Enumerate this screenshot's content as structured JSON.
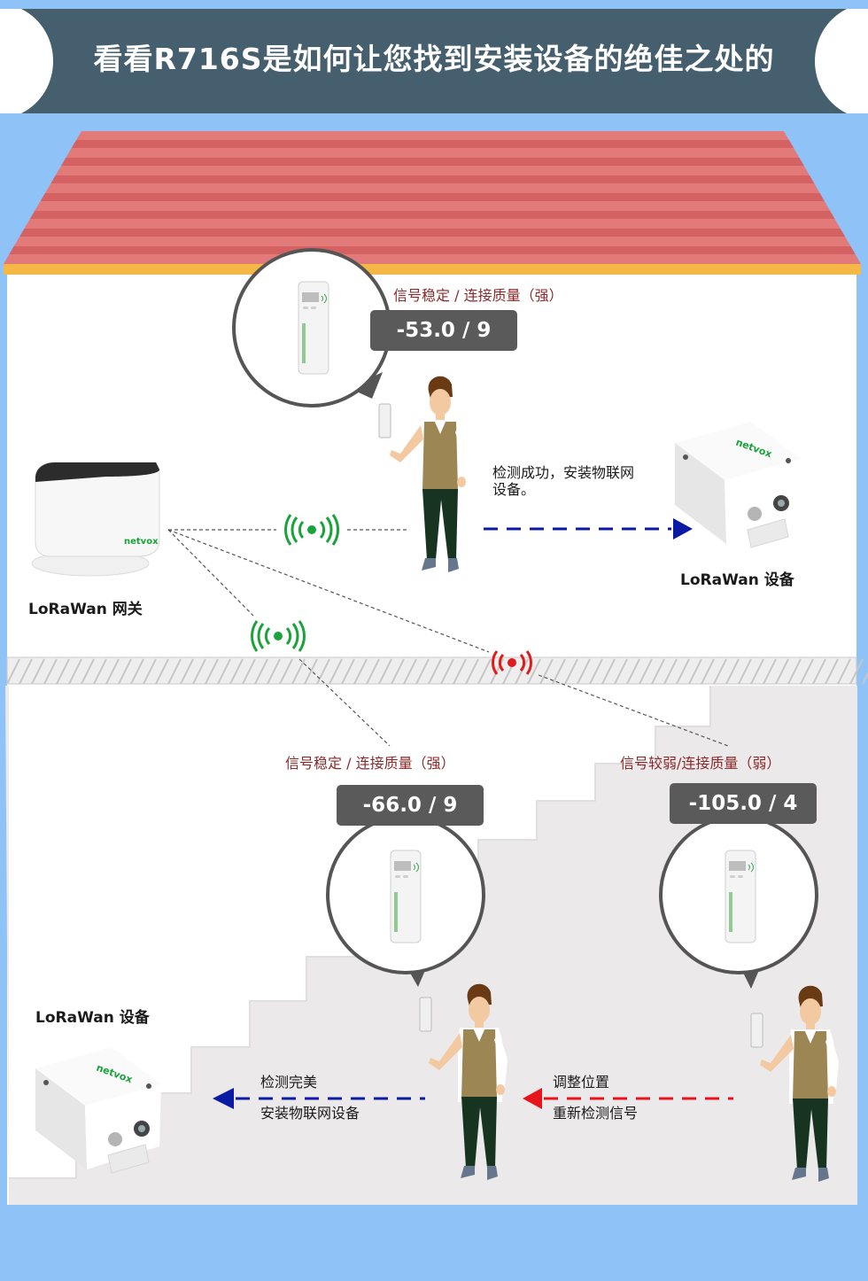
{
  "title": "看看R716S是如何让您找到安装设备的绝佳之处的",
  "labels": {
    "gateway": "LoRaWan 网关",
    "device_top": "LoRaWan 设备",
    "device_bottom": "LoRaWan 设备",
    "device_brand": "netvox"
  },
  "readings": {
    "top": {
      "status": "信号稳定 / 连接质量（强）",
      "value": "-53.0 / 9"
    },
    "mid": {
      "status": "信号稳定 / 连接质量（强）",
      "value": "-66.0 / 9"
    },
    "right": {
      "status": "信号较弱/连接质量（弱）",
      "value": "-105.0 / 4"
    }
  },
  "messages": {
    "top_success": [
      "检测成功，安装物联网",
      "设备。"
    ],
    "bottom_success": [
      "检测完美",
      "安装物联网设备"
    ],
    "adjust": [
      "调整位置",
      "重新检测信号"
    ]
  },
  "colors": {
    "header_bg": "#455f6e",
    "sky": "#8fc2f7",
    "roof": "#e27a7a",
    "roof_stripe": "#d46262",
    "eave": "#f5b746",
    "signal_good": "#1aa33a",
    "signal_bad": "#e01b1b",
    "arrow_blue": "#0b1aa3",
    "arrow_red": "#e8141d",
    "pill_bg": "#5a5a5a",
    "person_vest": "#9c8654",
    "person_pants": "#173420",
    "person_skin": "#f3c9a2",
    "person_hair": "#6a3a14"
  },
  "icons": {
    "signal": "signal-waves-icon",
    "gateway": "lorawan-gateway-icon",
    "device": "lorawan-device-icon",
    "tester": "r716s-tester-icon",
    "person": "person-icon"
  }
}
